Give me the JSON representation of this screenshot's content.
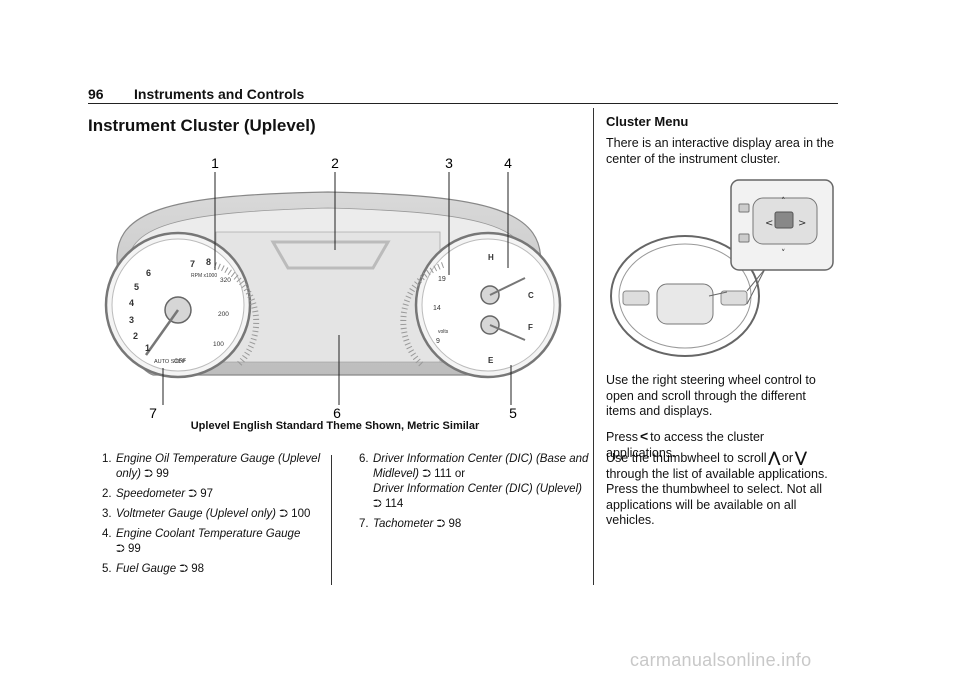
{
  "header": {
    "page_number": "96",
    "section_title": "Instruments and Controls"
  },
  "left": {
    "heading": "Instrument Cluster (Uplevel)",
    "callouts": [
      "1",
      "2",
      "3",
      "4",
      "7",
      "6",
      "5"
    ],
    "gauge": {
      "tach_ticks": [
        "8",
        "7",
        "6",
        "5",
        "4",
        "3",
        "2",
        "1"
      ],
      "tach_unit": "RPM x1000",
      "auto_stop": "AUTO STOP",
      "off": "OFF",
      "temp_ticks": [
        "320",
        "200",
        "100"
      ],
      "volt_ticks": [
        "19",
        "14",
        "9"
      ],
      "volts_label": "volts",
      "coolant_letters": [
        "H",
        "C"
      ],
      "fuel_letters": [
        "F",
        "E"
      ]
    },
    "caption": "Uplevel English Standard Theme Shown, Metric Similar",
    "legend_left": [
      {
        "num": "1.",
        "text": "Engine Oil Temperature Gauge (Uplevel only)",
        "ref": "99"
      },
      {
        "num": "2.",
        "text": "Speedometer",
        "ref": "97"
      },
      {
        "num": "3.",
        "text": "Voltmeter Gauge (Uplevel only)",
        "ref": "100"
      },
      {
        "num": "4.",
        "text": "Engine Coolant Temperature Gauge",
        "ref": "99"
      },
      {
        "num": "5.",
        "text": "Fuel Gauge",
        "ref": "98"
      }
    ],
    "legend_right": [
      {
        "num": "6.",
        "text": "Driver Information Center (DIC) (Base and Midlevel)",
        "ref": "111",
        "extra": "or",
        "text2": "Driver Information Center (DIC) (Uplevel)",
        "ref2": "114"
      },
      {
        "num": "7.",
        "text": "Tachometer",
        "ref": "98"
      }
    ]
  },
  "right": {
    "heading": "Cluster Menu",
    "para1": "There is an interactive display area in the center of the instrument cluster.",
    "para2": "Use the right steering wheel control to open and scroll through the different items and displays.",
    "para3_a": "Press",
    "para3_b": "to access the cluster applications.",
    "para4_a": "Use the thumbwheel to scroll",
    "para4_or": "or",
    "para4_b": "through the list of available applications. Press the thumbwheel to select. Not all applications will be available on all vehicles."
  },
  "icons": [
    "ref-arrow-icon",
    "left-chevron-icon",
    "up-chevron-icon",
    "down-chevron-icon"
  ],
  "watermark": "carmanualsonline.info"
}
